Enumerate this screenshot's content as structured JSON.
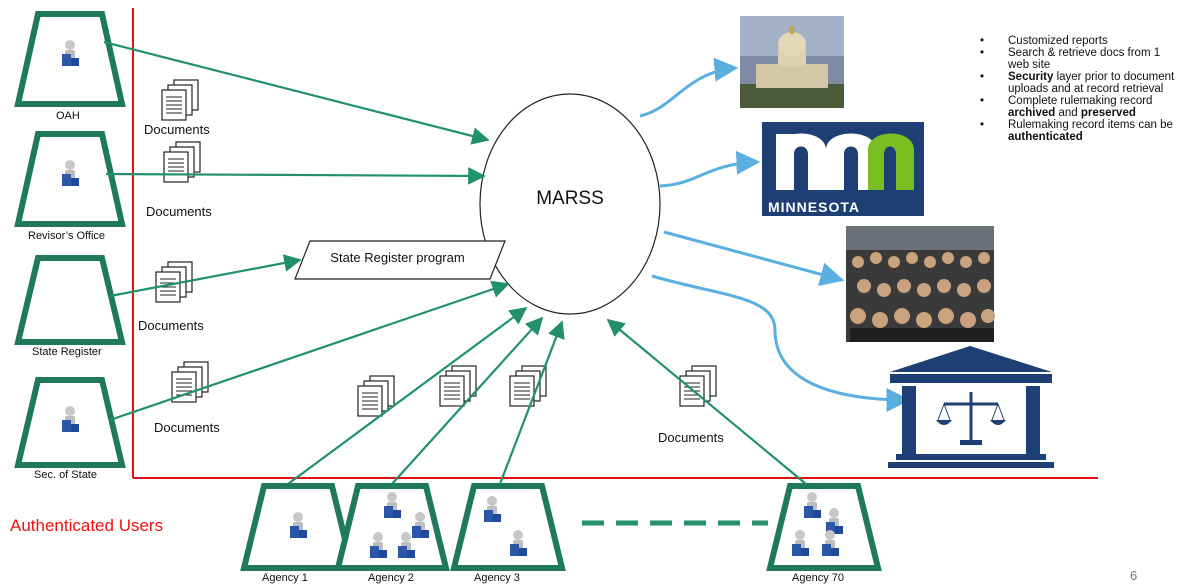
{
  "center": {
    "label": "MARSS"
  },
  "program": {
    "label": "State Register program"
  },
  "sources": [
    {
      "label": "OAH"
    },
    {
      "label": "Revisor’s Office"
    },
    {
      "label": "State Register"
    },
    {
      "label": "Sec. of State"
    }
  ],
  "agencies": [
    {
      "label": "Agency 1"
    },
    {
      "label": "Agency 2"
    },
    {
      "label": "Agency 3"
    },
    {
      "label": "Agency 70"
    }
  ],
  "document_label": "Documents",
  "authenticated_users": "Authenticated Users",
  "outputs": [
    {
      "icon": "capitol-building-photo"
    },
    {
      "icon": "minnesota-logo",
      "text": "MINNESOTA"
    },
    {
      "icon": "crowd-photo"
    },
    {
      "icon": "courthouse-scales-icon"
    }
  ],
  "bullets": [
    {
      "pre": "Customized reports",
      "bold": "",
      "post": ""
    },
    {
      "pre": "Search & retrieve docs from 1 web site",
      "bold": "",
      "post": ""
    },
    {
      "pre": "",
      "bold": "Security",
      "post": " layer prior to document uploads and at record retrieval"
    },
    {
      "pre": "Complete rulemaking record ",
      "bold": "archived",
      "post": " and ",
      "bold2": "preserved"
    },
    {
      "pre": "Rulemaking record items can be ",
      "bold": "authenticated",
      "post": ""
    }
  ],
  "page_number": "6",
  "colors": {
    "green": "#1e7a5a",
    "arrow_green": "#22906a",
    "blue_arrow": "#5aaee0",
    "red": "#e11111",
    "navy": "#1d3f73",
    "mn_green": "#78be20"
  }
}
